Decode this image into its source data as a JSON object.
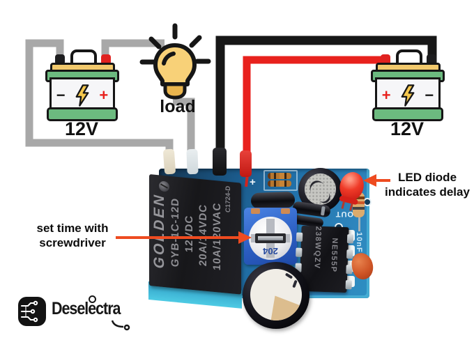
{
  "batteries": {
    "left": {
      "label": "12V",
      "left_sign": "−",
      "right_sign": "+"
    },
    "right": {
      "label": "12V",
      "left_sign": "+",
      "right_sign": "−"
    }
  },
  "load": {
    "label": "load"
  },
  "relay": {
    "line1": "GOLDEN",
    "line2": "GYB-1C-12D",
    "line3": "12VDC",
    "line4": "20A/14VDC",
    "line5": "10A/120VAC",
    "line6": "C1724-D"
  },
  "pcb": {
    "plus_mark": "+",
    "silk_out": "OUT",
    "silk_cap": "10nF",
    "pot_value": "204",
    "ic_line1": "NE555P",
    "ic_line2": "238WQZV"
  },
  "annotations": {
    "set_time_line1": "set time with",
    "set_time_line2": "screwdriver",
    "led_line1": "LED diode",
    "led_line2": "indicates delay"
  },
  "logo": {
    "brand": "Deselectra"
  },
  "colors": {
    "wire_gray": "#a8a8a8",
    "wire_black": "#171717",
    "wire_red": "#e8211d",
    "arrow_accent": "#ee4b20",
    "pcb_blue": "#2172ab",
    "pot_blue": "#2a5cc0",
    "battery_green": "#6cba7f",
    "battery_yellow": "#f2c96c",
    "led_red": "#ef3a28",
    "bulb_yellow": "#f8d178"
  }
}
